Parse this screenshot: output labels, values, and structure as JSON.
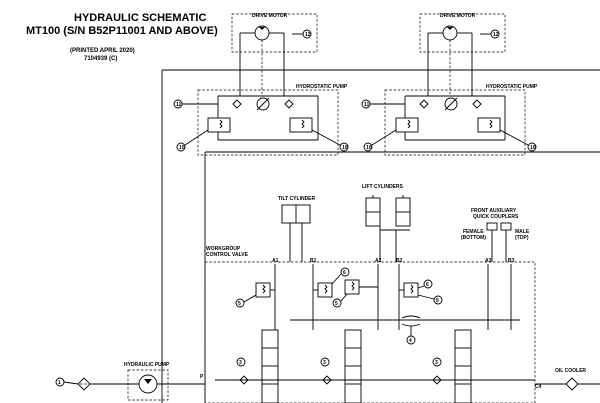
{
  "header": {
    "title_line1": "HYDRAULIC SCHEMATIC",
    "title_line2": "MT100 (S/N B52P11001 AND ABOVE)",
    "printed": "(PRINTED APRIL 2020)",
    "part_number": "7104939 (C)"
  },
  "drive_motors": [
    {
      "label": "DRIVE MOTOR",
      "callout": "12"
    },
    {
      "label": "DRIVE MOTOR",
      "callout": "12"
    }
  ],
  "hydrostatic_pumps": [
    {
      "label": "HYDROSTATIC PUMP",
      "callout_left": "11",
      "callout_relief_left": "10",
      "callout_relief_right": "10"
    },
    {
      "label": "HYDROSTATIC PUMP",
      "callout_left": "11",
      "callout_relief_left": "10",
      "callout_relief_right": "10"
    }
  ],
  "tilt_cylinder": {
    "label": "TILT CYLINDER"
  },
  "lift_cylinders": {
    "label": "LIFT CYLINDERS"
  },
  "front_aux": {
    "label_line1": "FRONT AUXILIARY",
    "label_line2": "QUICK COUPLERS",
    "female_line1": "FEMALE",
    "female_line2": "(BOTTOM)",
    "male_line1": "MALE",
    "male_line2": "(TOP)"
  },
  "workgroup_valve": {
    "label_line1": "WORKGROUP",
    "label_line2": "CONTROL VALVE",
    "ports": [
      "A1",
      "B1",
      "A2",
      "B2",
      "A3",
      "B3"
    ],
    "port_p": "P",
    "port_c4": "C4",
    "relief_callouts": [
      "5",
      "6",
      "5",
      "6",
      "5",
      "6"
    ],
    "restrictor_callout": "4",
    "check_callouts": [
      "3",
      "3",
      "3"
    ]
  },
  "hydraulic_pump": {
    "label": "HYDRAULIC PUMP"
  },
  "filter_callout": "1",
  "oil_cooler": {
    "label": "OIL COOLER"
  }
}
